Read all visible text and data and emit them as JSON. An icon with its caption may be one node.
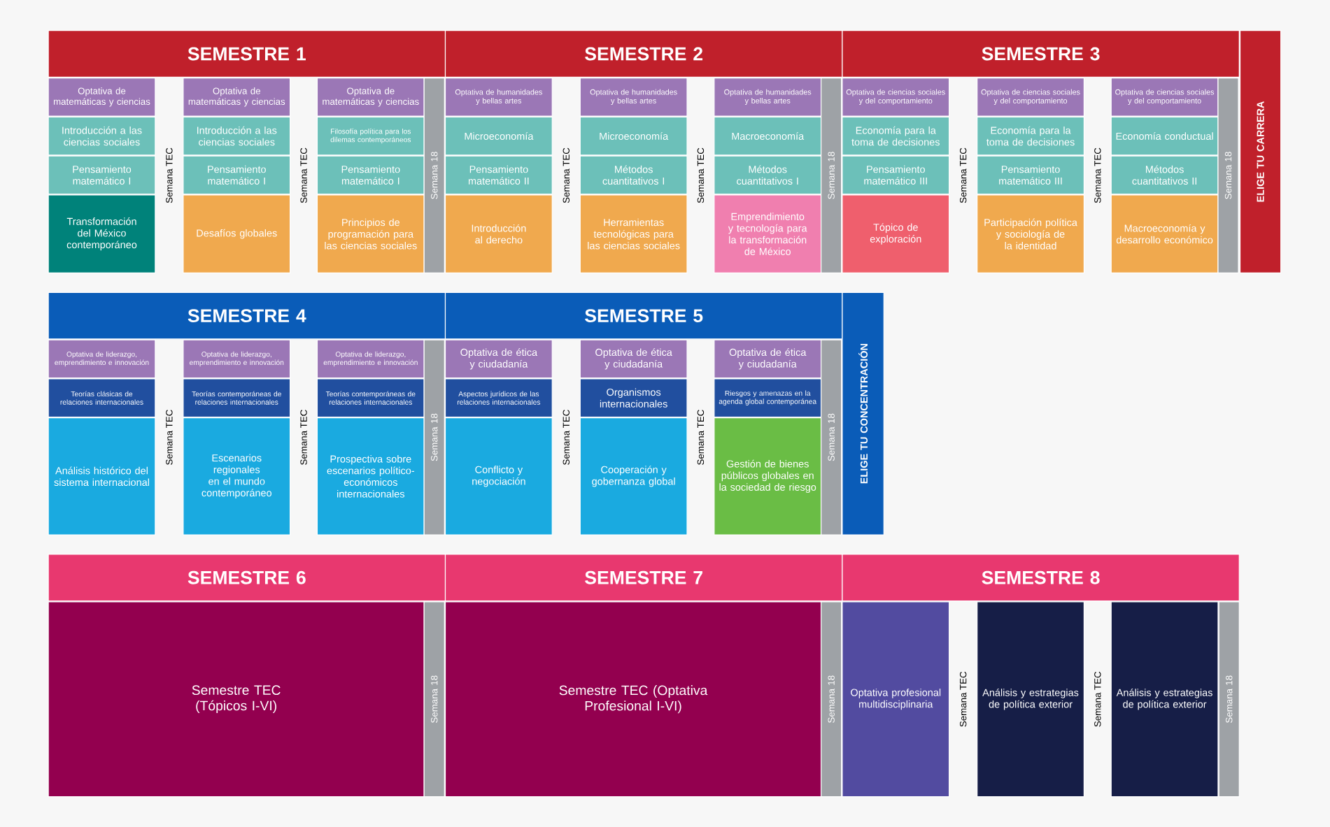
{
  "diagram": {
    "nodes": [
      {
        "text": [
          "SEMESTRE 1"
        ]
      },
      {
        "text": [
          "SEMESTRE 2"
        ]
      },
      {
        "text": [
          "SEMESTRE 3"
        ]
      },
      {
        "text": [
          "ELIGE TU CARRERA"
        ]
      },
      {
        "text": [
          "Optativa de matemáticas y ciencias"
        ]
      },
      {
        "text": [
          "Introducción a las ciencias sociales"
        ]
      },
      {
        "text": [
          "Pensamiento matemático I"
        ]
      },
      {
        "text": [
          "Transformación del México contemporáneo"
        ]
      },
      {
        "text": [
          "Optativa de matemáticas y ciencias"
        ]
      },
      {
        "text": [
          "Introducción a las ciencias sociales"
        ]
      },
      {
        "text": [
          "Pensamiento matemático I"
        ]
      },
      {
        "text": [
          "Desafíos globales"
        ]
      },
      {
        "text": [
          "Optativa de matemáticas y ciencias"
        ]
      },
      {
        "text": [
          "Filosofía política para los dilemas contemporáneos"
        ]
      },
      {
        "text": [
          "Pensamiento matemático I"
        ]
      },
      {
        "text": [
          "Principios de programación para las ciencias sociales"
        ]
      },
      {
        "text": [
          "Semana 18"
        ]
      },
      {
        "text": [
          "Optativa de humanidades y bellas artes"
        ]
      },
      {
        "text": [
          "Microeconomía"
        ]
      },
      {
        "text": [
          "Pensamiento matemático II"
        ]
      },
      {
        "text": [
          "Introducción al derecho"
        ]
      },
      {
        "text": [
          "Optativa de humanidades y bellas artes"
        ]
      },
      {
        "text": [
          "Microeconomía"
        ]
      },
      {
        "text": [
          "Métodos cuantitativos I"
        ]
      },
      {
        "text": [
          "Herramientas tecnológicas para las ciencias sociales"
        ]
      },
      {
        "text": [
          "Optativa de humanidades y bellas artes"
        ]
      },
      {
        "text": [
          "Macroeconomía"
        ]
      },
      {
        "text": [
          "Métodos cuantitativos I"
        ]
      },
      {
        "text": [
          "Emprendimiento y tecnología para la transformación de México"
        ]
      },
      {
        "text": [
          "Semana 18"
        ]
      },
      {
        "text": [
          "Optativa de ciencias sociales y del comportamiento"
        ]
      },
      {
        "text": [
          "Economía para la toma de decisiones"
        ]
      },
      {
        "text": [
          "Pensamiento matemático III"
        ]
      },
      {
        "text": [
          "Tópico de exploración"
        ]
      },
      {
        "text": [
          "Optativa de ciencias sociales y del comportamiento"
        ]
      },
      {
        "text": [
          "Economía para la toma de decisiones"
        ]
      },
      {
        "text": [
          "Pensamiento matemático III"
        ]
      },
      {
        "text": [
          "Participación política y sociología de la identidad"
        ]
      },
      {
        "text": [
          "Optativa de ciencias sociales y del comportamiento"
        ]
      },
      {
        "text": [
          "Economía conductual"
        ]
      },
      {
        "text": [
          "Métodos cuantitativos II"
        ]
      },
      {
        "text": [
          "Macroeconomía y desarrollo económico"
        ]
      },
      {
        "text": [
          "Semana 18"
        ]
      },
      {
        "text": [
          "SEMESTRE 4"
        ]
      },
      {
        "text": [
          "SEMESTRE 5"
        ]
      },
      {
        "text": [
          "ELIGE TU CONCENTRACIÓN"
        ]
      },
      {
        "text": [
          "Optativa de liderazgo, emprendimiento e innovación"
        ]
      },
      {
        "text": [
          "Teorías clásicas de relaciones internacionales"
        ]
      },
      {
        "text": [
          "Análisis histórico del sistema internacional"
        ]
      },
      {
        "text": [
          "Optativa de liderazgo, emprendimiento e innovación"
        ]
      },
      {
        "text": [
          "Teorías contemporáneas de relaciones internacionales"
        ]
      },
      {
        "text": [
          "Escenarios regionales en el mundo contemporáneo"
        ]
      },
      {
        "text": [
          "Optativa de liderazgo, emprendimiento e innovación"
        ]
      },
      {
        "text": [
          "Teorías contemporáneas de relaciones internacionales"
        ]
      },
      {
        "text": [
          "Prospectiva sobre escenarios político-económicos internacionales"
        ]
      },
      {
        "text": [
          "Semana 18"
        ]
      },
      {
        "text": [
          "Optativa de ética y ciudadanía"
        ]
      },
      {
        "text": [
          "Aspectos jurídicos de las relaciones internacionales"
        ]
      },
      {
        "text": [
          "Conflicto y negociación"
        ]
      },
      {
        "text": [
          "Optativa de ética y ciudadanía"
        ]
      },
      {
        "text": [
          "Organismos internacionales"
        ]
      },
      {
        "text": [
          "Cooperación y gobernanza global"
        ]
      },
      {
        "text": [
          "Optativa de ética y ciudadanía"
        ]
      },
      {
        "text": [
          "Riesgos y amenazas en la agenda global contemporánea"
        ]
      },
      {
        "text": [
          "Gestión de bienes públicos globales en la sociedad de riesgo"
        ]
      },
      {
        "text": [
          "Semana 18"
        ]
      },
      {
        "text": [
          "SEMESTRE 6"
        ]
      },
      {
        "text": [
          "SEMESTRE 7"
        ]
      },
      {
        "text": [
          "SEMESTRE 8"
        ]
      },
      {
        "text": [
          "Semestre TEC (Tópicos I-VI)"
        ]
      },
      {
        "text": [
          "Semana 18"
        ]
      },
      {
        "text": [
          "Semestre TEC (Optativa Profesional I-VI)"
        ]
      },
      {
        "text": [
          "Semana 18"
        ]
      },
      {
        "text": [
          "Optativa profesional multidisciplinaria"
        ]
      },
      {
        "text": [
          "Análisis y estrategias de política exterior"
        ]
      },
      {
        "text": [
          "Análisis y estrategias de política exterior"
        ]
      },
      {
        "text": [
          "Semana 18"
        ]
      }
    ],
    "labels": [
      "Semana TEC",
      "Semana TEC",
      "Semana TEC",
      "Semana TEC",
      "Semana TEC",
      "Semana TEC",
      "Semana TEC",
      "Semana TEC",
      "Semana TEC",
      "Semana TEC",
      "Semana TEC",
      "Semana TEC"
    ]
  }
}
